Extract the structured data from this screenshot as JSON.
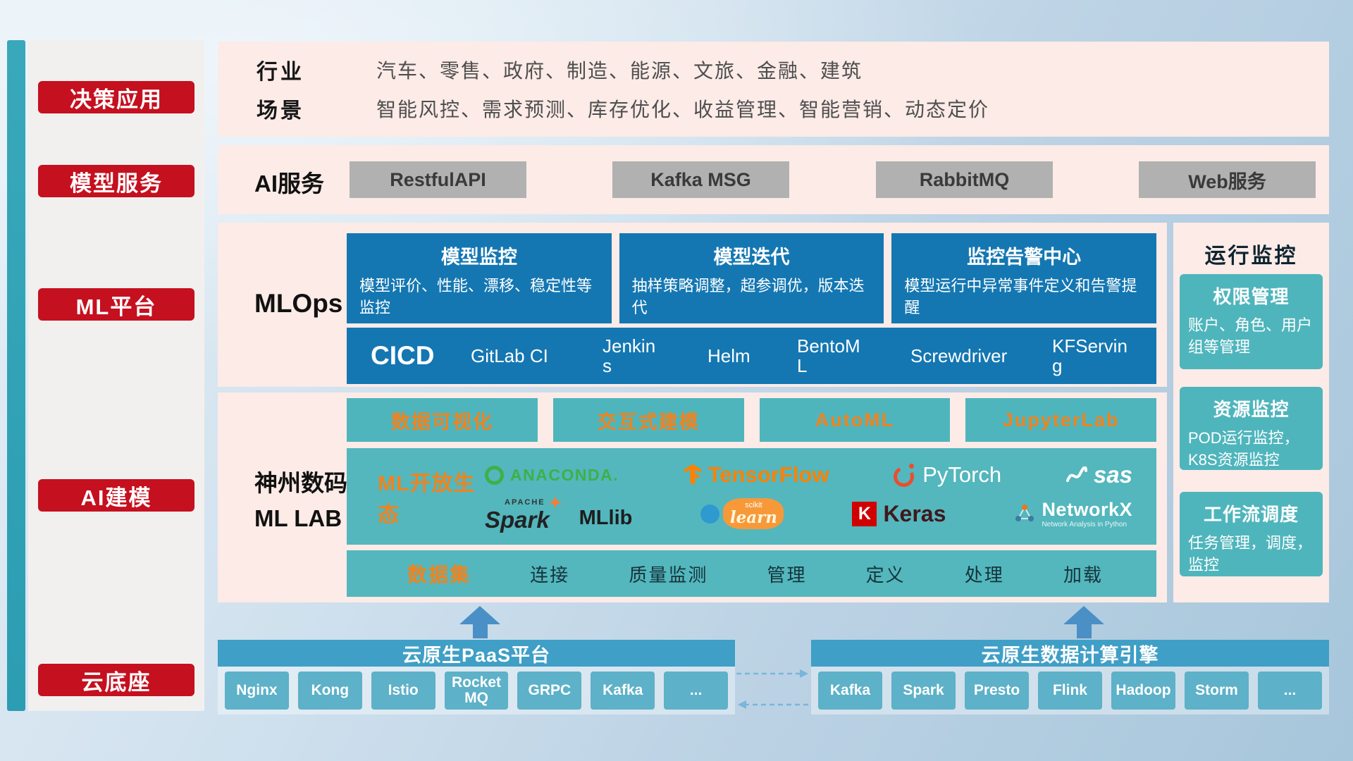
{
  "sidebar": {
    "items": [
      {
        "label": "决策应用"
      },
      {
        "label": "模型服务"
      },
      {
        "label": "ML平台"
      },
      {
        "label": "AI建模"
      },
      {
        "label": "云底座"
      }
    ]
  },
  "industry": {
    "rows": [
      {
        "label": "行业",
        "value": "汽车、零售、政府、制造、能源、文旅、金融、建筑"
      },
      {
        "label": "场景",
        "value": "智能风控、需求预测、库存优化、收益管理、智能营销、动态定价"
      }
    ]
  },
  "ai_service": {
    "label": "AI服务",
    "items": [
      {
        "label": "RestfulAPI"
      },
      {
        "label": "Kafka MSG"
      },
      {
        "label": "RabbitMQ"
      },
      {
        "label": "Web服务"
      }
    ]
  },
  "mlops": {
    "label": "MLOps",
    "cards": [
      {
        "title": "模型监控",
        "desc": "模型评价、性能、漂移、稳定性等监控"
      },
      {
        "title": "模型迭代",
        "desc": "抽样策略调整，超参调优，版本迭代"
      },
      {
        "title": "监控告警中心",
        "desc": "模型运行中异常事件定义和告警提醒"
      }
    ],
    "cicd_label": "CICD",
    "cicd_tools": [
      {
        "label": "GitLab CI"
      },
      {
        "label": "Jenkins"
      },
      {
        "label": "Helm"
      },
      {
        "label": "BentoML"
      },
      {
        "label": "Screwdriver"
      },
      {
        "label": "KFServing"
      }
    ]
  },
  "mllab": {
    "label_line1": "神州数码",
    "label_line2": "ML LAB",
    "top_tools": [
      {
        "label": "数据可视化"
      },
      {
        "label": "交互式建模"
      },
      {
        "label": "AutoML"
      },
      {
        "label": "JupyterLab"
      }
    ],
    "ecosystem_label": "ML开放生态",
    "logos": {
      "anaconda": "ANACONDA.",
      "tensorflow": "TensorFlow",
      "pytorch": "PyTorch",
      "sas": "sas",
      "spark_sub": "APACHE",
      "spark": "Spark",
      "mllib": "MLlib",
      "scikit_sub": "scikit",
      "scikit": "learn",
      "keras_letter": "K",
      "keras": "Keras",
      "networkx": "NetworkX",
      "networkx_sub": "Network Analysis in Python"
    },
    "dataset_label": "数据集",
    "dataset_items": [
      {
        "label": "连接"
      },
      {
        "label": "质量监测"
      },
      {
        "label": "管理"
      },
      {
        "label": "定义"
      },
      {
        "label": "处理"
      },
      {
        "label": "加载"
      }
    ]
  },
  "monitor": {
    "title": "运行监控",
    "cards": [
      {
        "title": "权限管理",
        "desc": "账户、角色、用户组等管理"
      },
      {
        "title": "资源监控",
        "desc": "POD运行监控，K8S资源监控"
      },
      {
        "title": "工作流调度",
        "desc": "任务管理，调度，监控"
      }
    ]
  },
  "bottom": {
    "paas_title": "云原生PaaS平台",
    "paas_items": [
      {
        "label": "Nginx"
      },
      {
        "label": "Kong"
      },
      {
        "label": "Istio"
      },
      {
        "label": "RocketMQ"
      },
      {
        "label": "GRPC"
      },
      {
        "label": "Kafka"
      },
      {
        "label": "..."
      }
    ],
    "engine_title": "云原生数据计算引擎",
    "engine_items": [
      {
        "label": "Kafka"
      },
      {
        "label": "Spark"
      },
      {
        "label": "Presto"
      },
      {
        "label": "Flink"
      },
      {
        "label": "Hadoop"
      },
      {
        "label": "Storm"
      },
      {
        "label": "..."
      }
    ]
  },
  "colors": {
    "accent_red": "#c5101f",
    "band_pink": "#fcebe7",
    "mlops_blue": "#1477b2",
    "teal": "#4fb5bc",
    "orange_text": "#f0831e",
    "bar_blue": "#3f9fc6",
    "tech_button_teal": "#5db1c8"
  }
}
